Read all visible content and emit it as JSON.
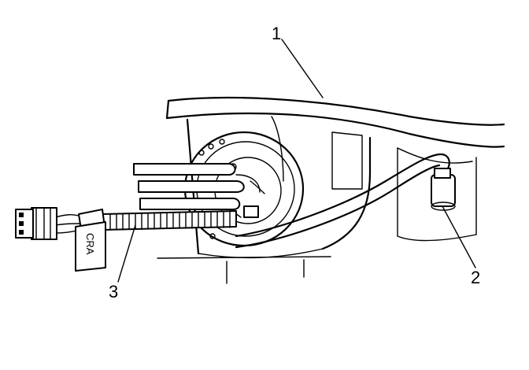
{
  "callouts": {
    "c1": "1",
    "c2": "2",
    "c3": "3"
  },
  "tag_label": "CRA"
}
